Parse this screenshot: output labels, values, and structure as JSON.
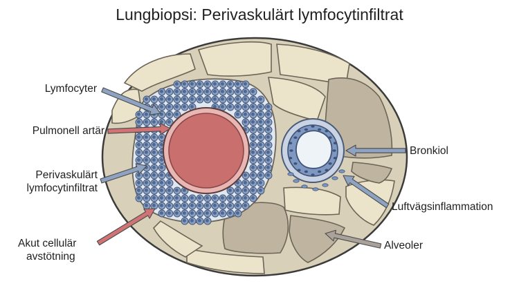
{
  "title": "Lungbiopsi: Perivaskulärt lymfocytinfiltrat",
  "labels": {
    "lymphocytes": "Lymfocyter",
    "artery": "Pulmonell artär",
    "infiltrate_line1": "Perivaskulärt",
    "infiltrate_line2": "lymfocytinfiltrat",
    "rejection_line1": "Akut cellulär",
    "rejection_line2": "avstötning",
    "bronchiole": "Bronkiol",
    "airway_inflammation": "Luftvägsinflammation",
    "alveoli": "Alveoler"
  },
  "colors": {
    "artery_fill": "#c9706e",
    "artery_wall": "#e8b7b4",
    "lymphocyte_fill": "#8aa0c2",
    "lymphocyte_nucleus": "#4f6891",
    "infiltrate_zone": "#dfe7f1",
    "alveolus_fill": "#ece4ca",
    "alveolus_dark": "#bfb49f",
    "tissue_bg": "#d8d0b8",
    "arrow_blue": "#8ea2c2",
    "arrow_red": "#cf7375",
    "arrow_gray": "#a9a19a"
  }
}
